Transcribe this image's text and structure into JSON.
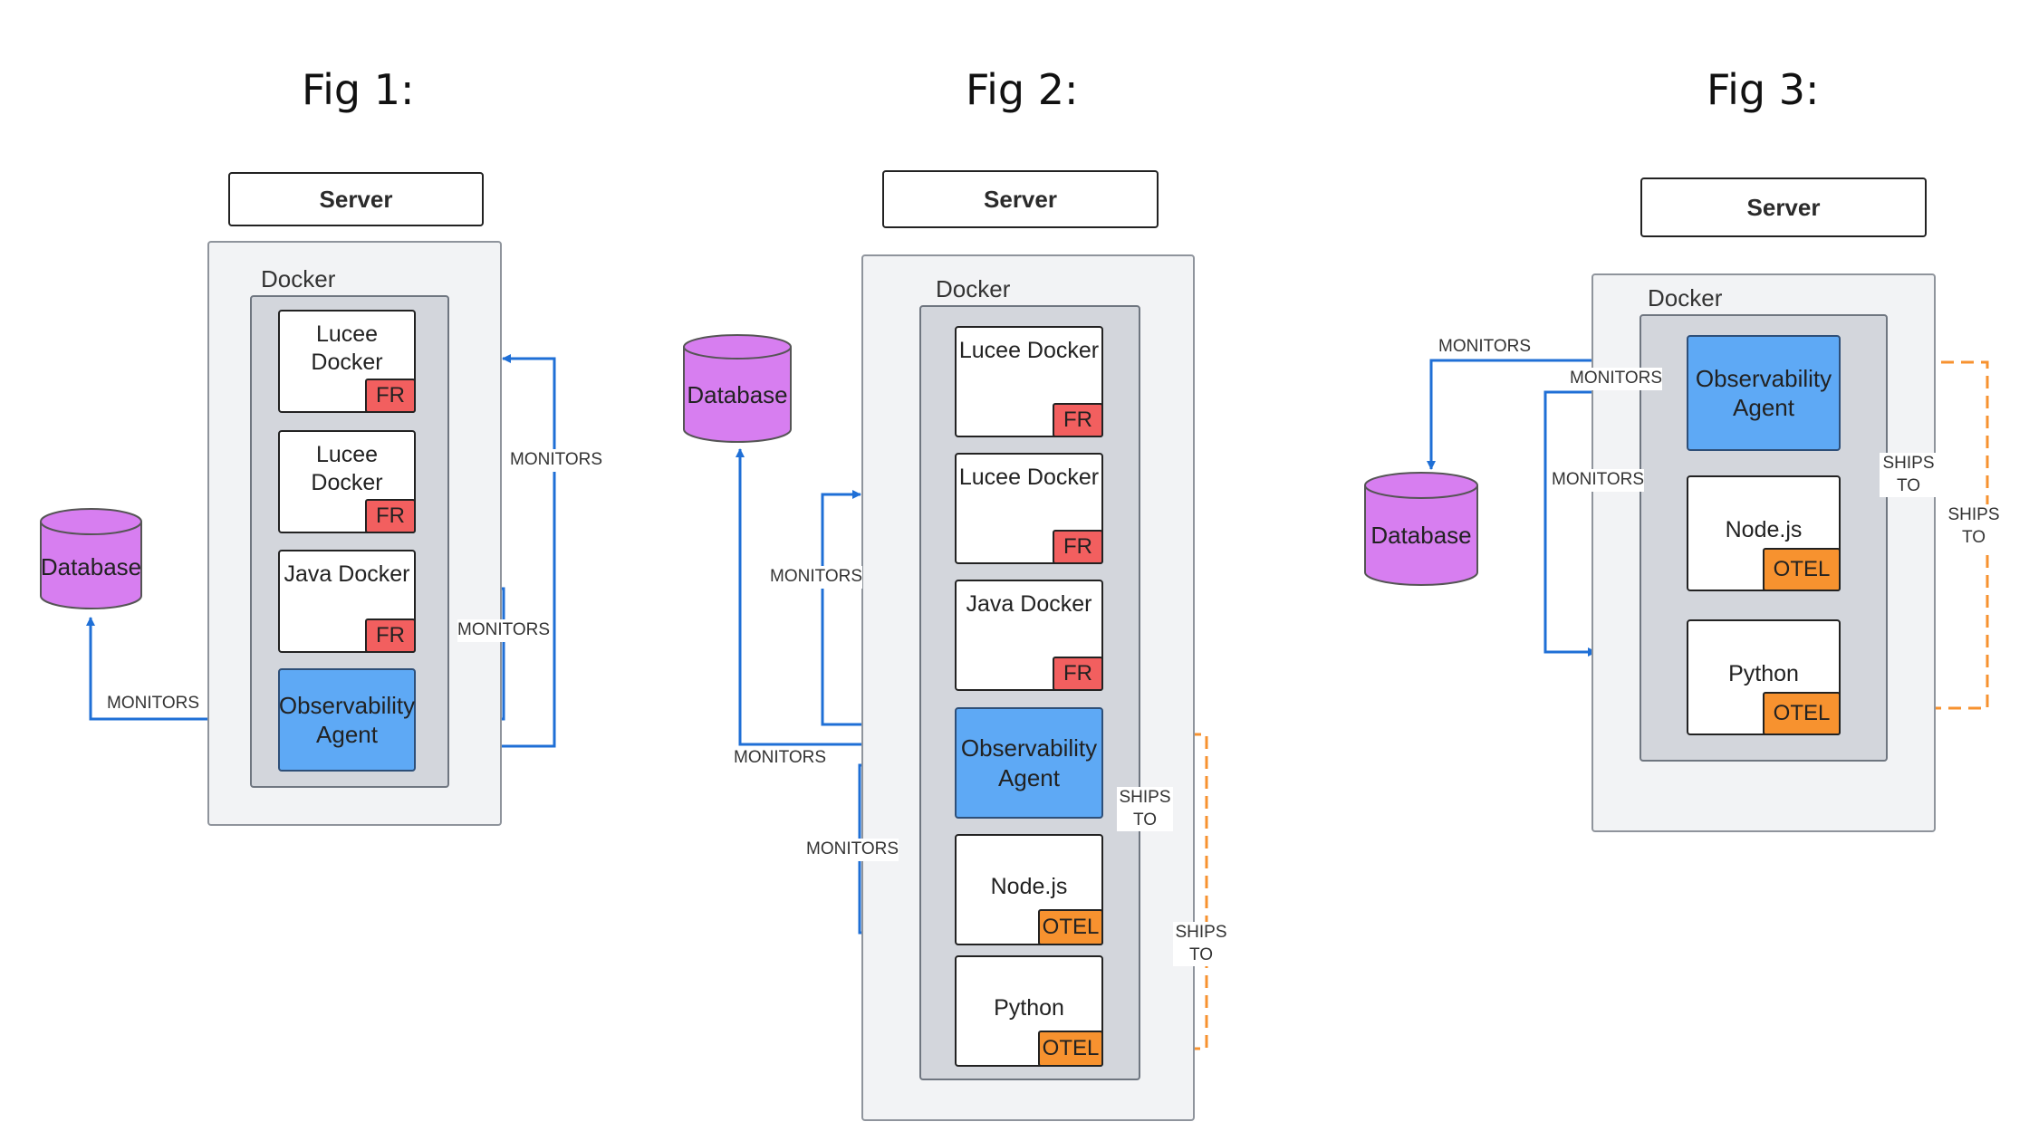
{
  "figures": [
    {
      "title": "Fig 1:",
      "server": "Server",
      "docker": "Docker",
      "containers": [
        {
          "name": "Lucee Docker",
          "tag": "FR"
        },
        {
          "name": "Lucee Docker",
          "tag": "FR"
        },
        {
          "name": "Java Docker",
          "tag": "FR"
        }
      ],
      "agent": "Observability Agent",
      "database": "Database",
      "labels": {
        "m1": "MONITORS",
        "m2": "MONITORS",
        "m3": "MONITORS"
      }
    },
    {
      "title": "Fig 2:",
      "server": "Server",
      "docker": "Docker",
      "containers": [
        {
          "name": "Lucee Docker",
          "tag": "FR"
        },
        {
          "name": "Lucee Docker",
          "tag": "FR"
        },
        {
          "name": "Java Docker",
          "tag": "FR"
        },
        {
          "name": "Node.js",
          "tag": "OTEL"
        },
        {
          "name": "Python",
          "tag": "OTEL"
        }
      ],
      "agent": "Observability Agent",
      "database": "Database",
      "labels": {
        "m1": "MONITORS",
        "m2": "MONITORS",
        "m3": "MONITORS",
        "s1": "SHIPS TO",
        "s2": "SHIPS TO"
      }
    },
    {
      "title": "Fig 3:",
      "server": "Server",
      "docker": "Docker",
      "containers": [
        {
          "name": "Node.js",
          "tag": "OTEL"
        },
        {
          "name": "Python",
          "tag": "OTEL"
        }
      ],
      "agent": "Observability Agent",
      "database": "Database",
      "labels": {
        "m1": "MONITORS",
        "m2": "MONITORS",
        "m3": "MONITORS",
        "s1": "SHIPS TO",
        "s2": "SHIPS TO"
      }
    }
  ],
  "colors": {
    "monitors": "#1f6fd6",
    "ships": "#f7922f",
    "fr_tag": "#f25f5f",
    "otel_tag": "#f7922f",
    "agent": "#5ea9f5",
    "database": "#d77ef0"
  }
}
